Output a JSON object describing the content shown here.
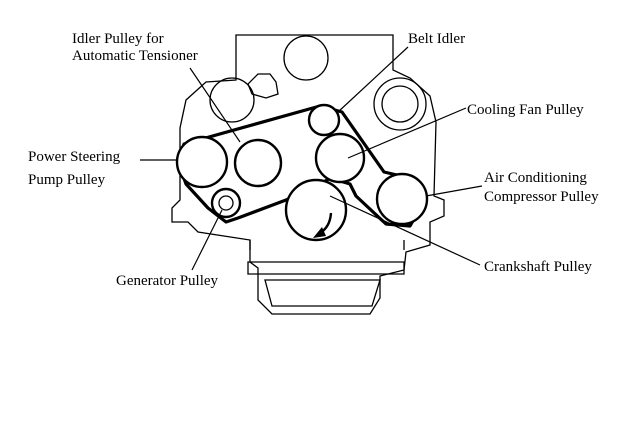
{
  "labels": {
    "idler_pulley_line1": "Idler Pulley for",
    "idler_pulley_line2": "Automatic Tensioner",
    "belt_idler": "Belt Idler",
    "cooling_fan_pulley": "Cooling Fan Pulley",
    "power_steering_line1": "Power Steering",
    "power_steering_line2": "Pump Pulley",
    "air_conditioning_line1": "Air Conditioning",
    "air_conditioning_line2": "Compressor Pulley",
    "crankshaft_pulley": "Crankshaft Pulley",
    "generator_pulley": "Generator Pulley"
  }
}
